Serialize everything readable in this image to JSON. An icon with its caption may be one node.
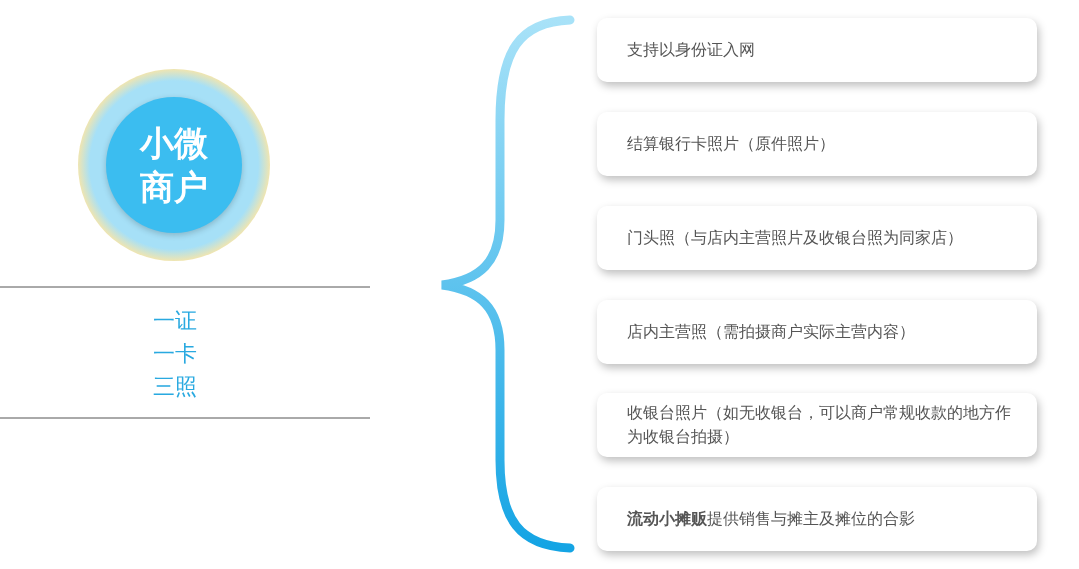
{
  "diagram": {
    "nodes": [
      {
        "text": [
          "小微商户"
        ]
      },
      {
        "text": [
          "支持以身份证入网"
        ]
      },
      {
        "text": [
          "结算银行卡照片（原件照片）"
        ]
      },
      {
        "text": [
          "门头照（与店内主营照片及收银台照为同家店）"
        ]
      },
      {
        "text": [
          "店内主营照（需拍摄商户实际主营内容）"
        ]
      },
      {
        "text": [
          "收银台照片（如无收银台，可以商户常规收款的地方作为收银台拍摄）"
        ]
      },
      {
        "text": [
          "**流动小摊贩**提供销售与摊主及摊位的合影"
        ]
      }
    ],
    "labels": [
      "一证",
      "一卡",
      "三照"
    ]
  }
}
